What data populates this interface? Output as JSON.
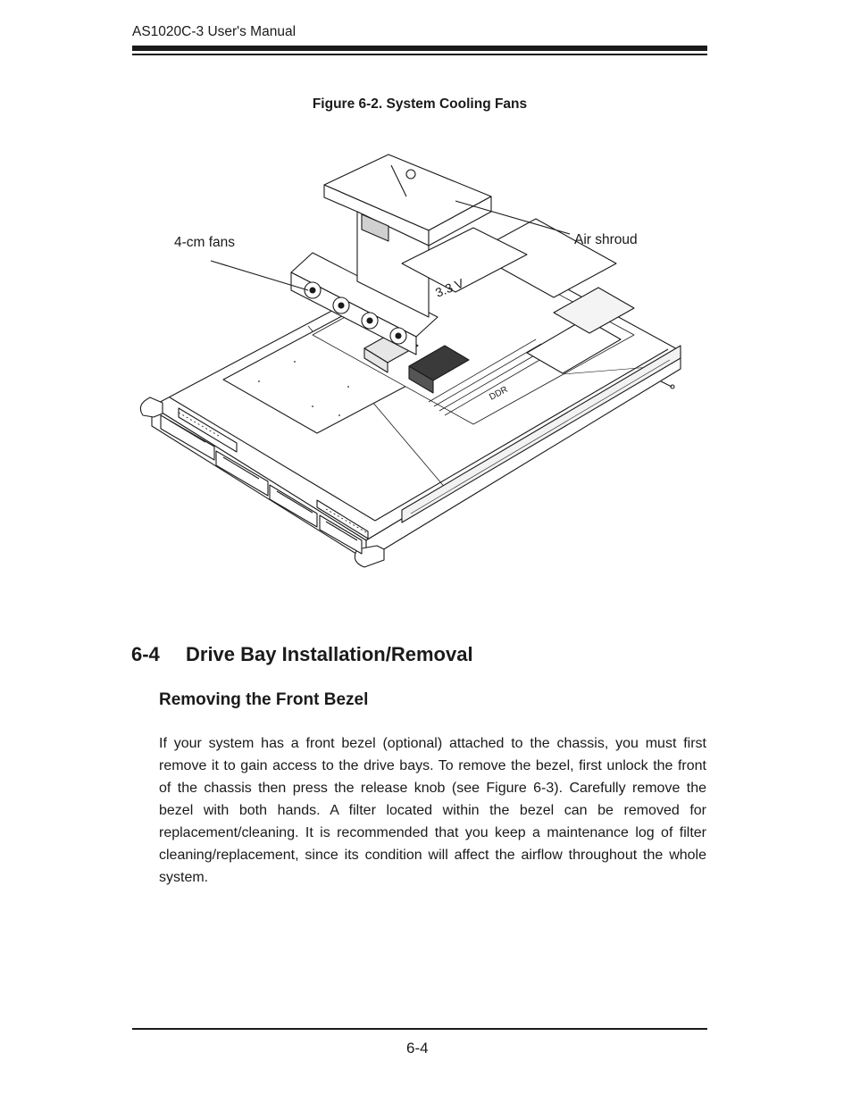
{
  "header": {
    "title": "AS1020C-3 User's Manual"
  },
  "figure": {
    "caption": "Figure 6-2.  System Cooling Fans",
    "labels": {
      "fans": "4-cm fans",
      "air_shroud": "Air shroud"
    },
    "embedded_text": {
      "shroud_voltage": "3.3 V",
      "ddr": "DDR"
    }
  },
  "section": {
    "number": "6-4",
    "title": "Drive Bay Installation/Removal",
    "subsection_title": "Removing the Front Bezel",
    "paragraph": "If your system has a front bezel (optional) attached to the chassis, you must first remove it to gain access to the drive bays. To remove the bezel, first unlock the front of the chassis then press the release knob (see Figure 6-3). Carefully re­move the bezel with both hands. A filter located within the bezel can be removed for replacement/cleaning. It is recommended that you keep a maintenance log of filter cleaning/replacement, since its condition will affect the airflow throughout the whole system."
  },
  "footer": {
    "page_number": "6-4"
  }
}
